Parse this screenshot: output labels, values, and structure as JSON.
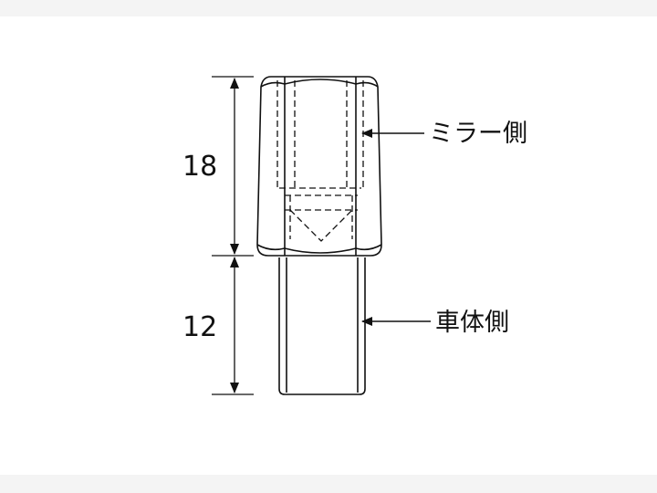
{
  "dimensions": {
    "upper": "18",
    "lower": "12"
  },
  "callouts": {
    "mirror_side": "ミラー側",
    "vehicle_side": "車体側"
  },
  "colors": {
    "line": "#111111",
    "background": "#ffffff",
    "band": "#f4f4f4"
  }
}
